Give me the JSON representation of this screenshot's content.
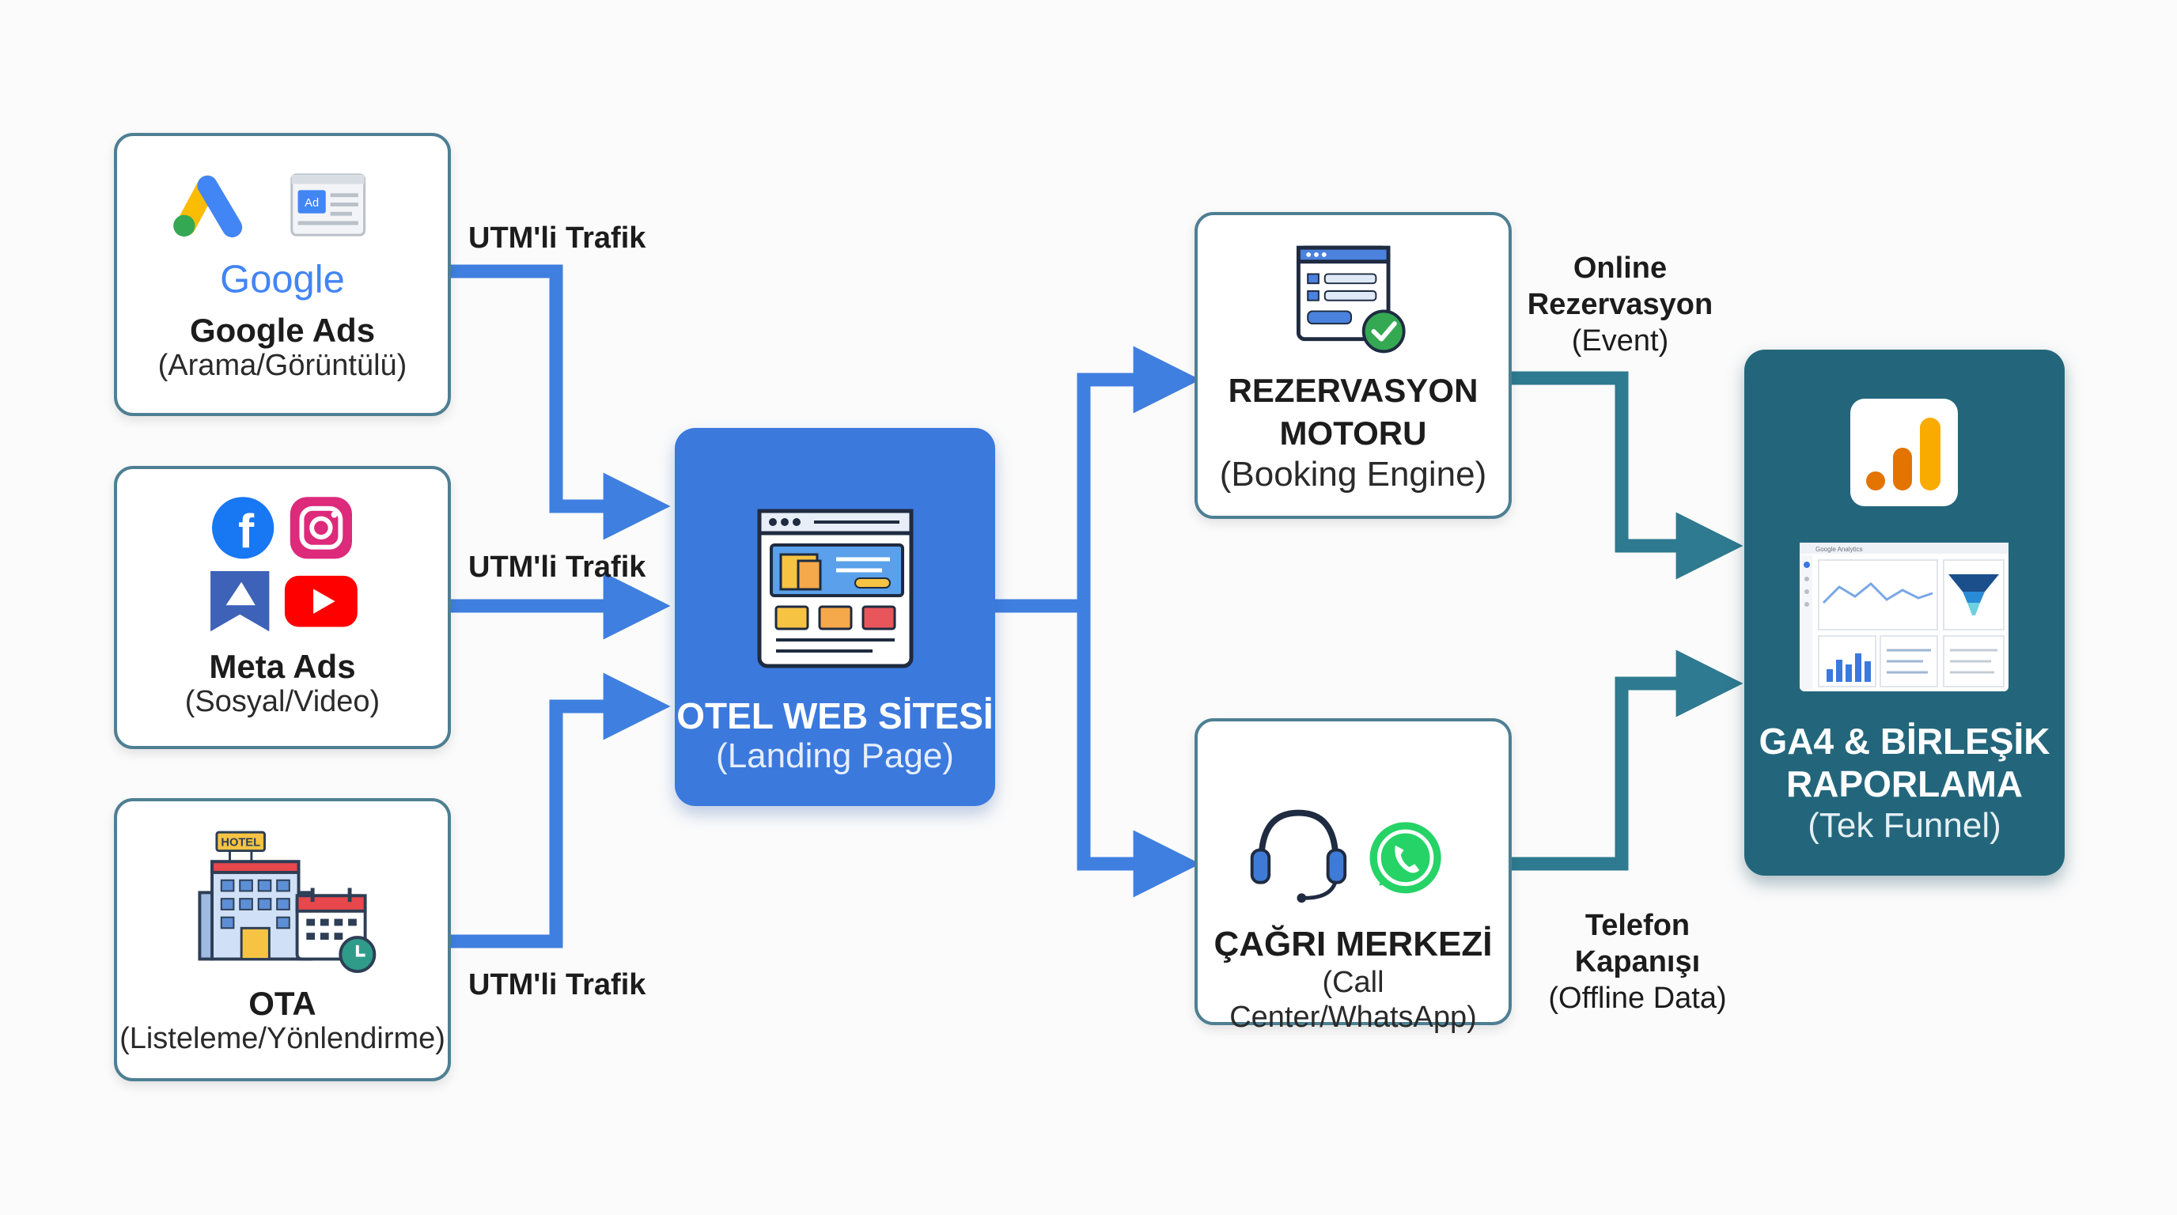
{
  "sources": [
    {
      "logo_text": "Google",
      "title": "Google Ads",
      "subtitle": "(Arama/Görüntülü)",
      "ad_badge": "Ad"
    },
    {
      "title": "Meta Ads",
      "subtitle": "(Sosyal/Video)"
    },
    {
      "title": "OTA",
      "subtitle": "(Listeleme/Yönlendirme)",
      "hotel_sign": "HOTEL"
    }
  ],
  "traffic_labels": [
    "UTM'li Trafik",
    "UTM'li Trafik",
    "UTM'li Trafik"
  ],
  "hub": {
    "title": "OTEL WEB SİTESİ",
    "subtitle": "(Landing Page)"
  },
  "booking": {
    "title_line1": "REZERVASYON",
    "title_line2": "MOTORU",
    "subtitle": "(Booking Engine)"
  },
  "callcenter": {
    "title": "ÇAĞRI MERKEZİ",
    "subtitle": "(Call Center/WhatsApp)"
  },
  "online_label": {
    "line1": "Online",
    "line2": "Rezervasyon",
    "line3": "(Event)"
  },
  "phone_label": {
    "line1": "Telefon Kapanışı",
    "line2": "(Offline Data)"
  },
  "ga4": {
    "title_line1": "GA4 & BİRLEŞİK",
    "title_line2": "RAPORLAMA",
    "subtitle": "(Tek Funnel)",
    "dashboard_caption": "Google Analytics"
  },
  "colors": {
    "source_arrow": "#3f7fe0",
    "output_arrow": "#2e7a90",
    "hub": "#3b79dd",
    "ga4": "#23667c",
    "card_border": "#4e7f93"
  }
}
